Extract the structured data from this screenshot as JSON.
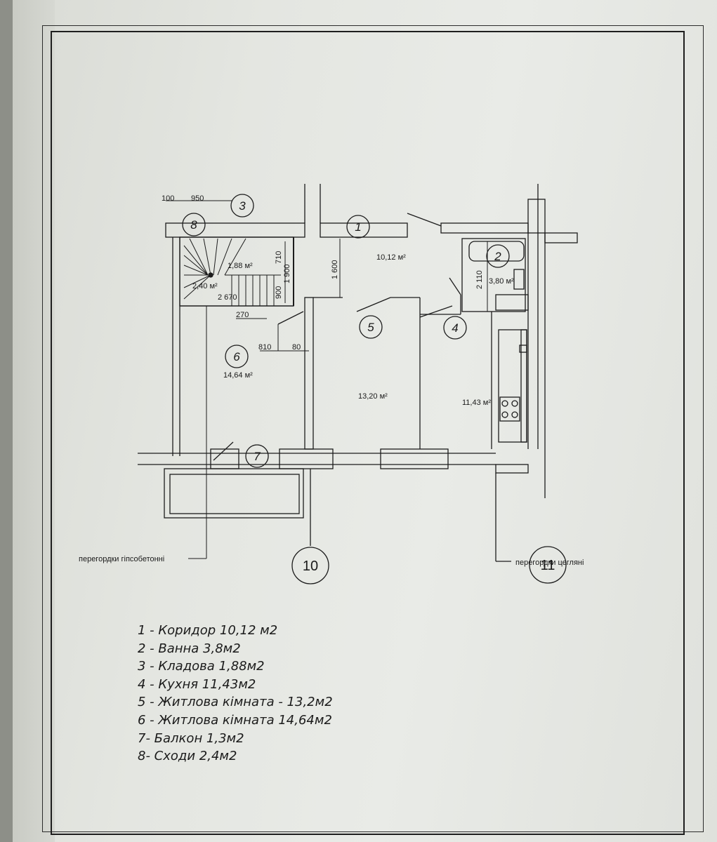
{
  "dimensions": {
    "d100": "100",
    "d950": "950",
    "d1600": "1 600",
    "d710": "710",
    "d1900": "1 900",
    "d900": "900",
    "d2670": "2 670",
    "d270": "270",
    "d810": "810",
    "d80": "80",
    "d2110": "2 110"
  },
  "room_markers": {
    "r1": "1",
    "r2": "2",
    "r3": "3",
    "r4": "4",
    "r5": "5",
    "r6": "6",
    "r7": "7",
    "r8": "8"
  },
  "areas": {
    "corridor": "10,12 м²",
    "bath": "3,80 м²",
    "storage": "1,88 м²",
    "stairs": "2,40 м²",
    "room6": "14,64 м²",
    "room5": "13,20 м²",
    "kitchen": "11,43 м²"
  },
  "axes": {
    "axis10": "10",
    "axis11": "11"
  },
  "notes": {
    "gypsum": "перегордки гіпсобетонні",
    "brick": "перегордки цегляні"
  },
  "legend": [
    "1 - Коридор 10,12 м2",
    "2 - Ванна 3,8м2",
    "3 - Кладова 1,88м2",
    "4 - Кухня 11,43м2",
    "5 - Житлова кімната - 13,2м2",
    "6 - Житлова кімната  14,64м2",
    "7- Балкон 1,3м2",
    "8- Сходи  2,4м2"
  ]
}
